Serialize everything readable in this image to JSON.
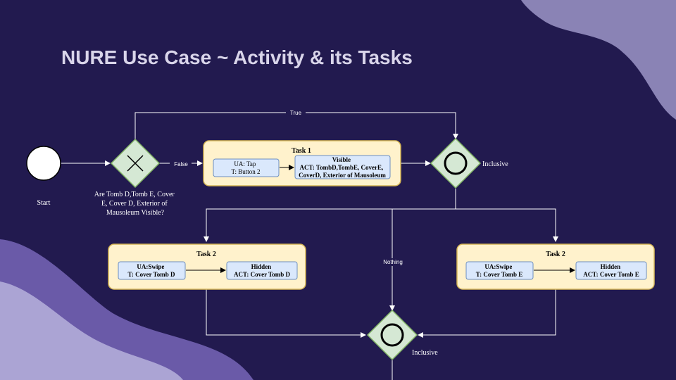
{
  "slide": {
    "title": "NURE Use Case ~ Activity & its Tasks"
  },
  "colors": {
    "background": "#221a4f",
    "task_fill": "#fff2cc",
    "task_stroke": "#d6b656",
    "inner_fill": "#dae8fc",
    "inner_stroke": "#6c8ebf",
    "gateway_fill": "#d5e8d4",
    "gateway_stroke": "#82b366",
    "line": "#ffffff"
  },
  "diagram": {
    "start": {
      "label": "Start"
    },
    "decision": {
      "icon": "x-gateway-icon",
      "question": [
        "Are Tomb D,Tomb E, Cover",
        "E, Cover D, Exterior of",
        "Mausoleum Visible?"
      ],
      "true_label": "True",
      "false_label": "False"
    },
    "task1": {
      "title": "Task 1",
      "action": [
        "UA: Tap",
        "T: Button 2"
      ],
      "result": [
        "Visible",
        "ACT: TombD,TombE, CoverE,",
        "CoverD, Exterior of Mausoleum"
      ]
    },
    "gateway_top": {
      "icon": "inclusive-gateway-icon",
      "label": "Inclusive"
    },
    "task2_left": {
      "title": "Task 2",
      "action": [
        "UA:Swipe",
        "T: Cover Tomb D"
      ],
      "result": [
        "Hidden",
        "ACT: Cover Tomb D"
      ]
    },
    "task2_right": {
      "title": "Task 2",
      "action": [
        "UA:Swipe",
        "T: Cover Tomb E"
      ],
      "result": [
        "Hidden",
        "ACT: Cover Tomb E"
      ]
    },
    "nothing_label": "Nothing",
    "gateway_bottom": {
      "icon": "inclusive-gateway-icon",
      "label": "Inclusive"
    }
  }
}
